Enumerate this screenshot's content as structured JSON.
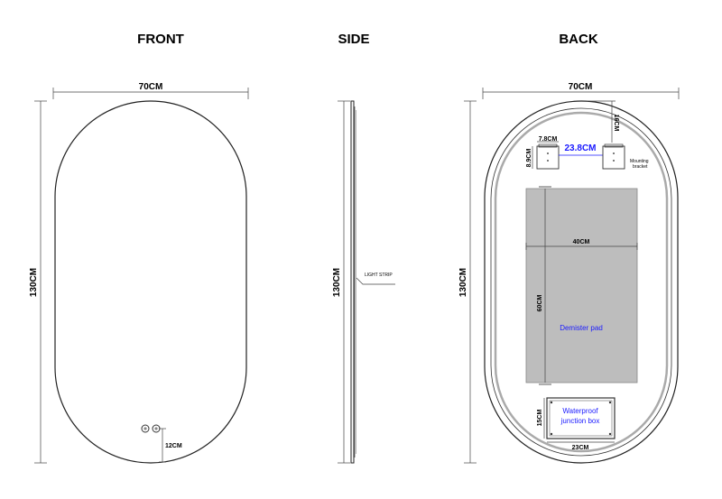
{
  "views": {
    "front": "FRONT",
    "side": "SIDE",
    "back": "BACK"
  },
  "front": {
    "width": "70CM",
    "height": "130CM",
    "button_offset": "12CM"
  },
  "side": {
    "height": "130CM",
    "callout": "LIGHT STRIP"
  },
  "back": {
    "width": "70CM",
    "height": "130CM",
    "bracket_top_offset": "16CM",
    "bracket_width": "7.8CM",
    "bracket_height": "8.9CM",
    "bracket_spacing": "23.8CM",
    "bracket_label_line1": "Mounting",
    "bracket_label_line2": "bracket",
    "pad_width": "40CM",
    "pad_height": "60CM",
    "pad_label": "Demister pad",
    "box_label_line1": "Waterproof",
    "box_label_line2": "junction box",
    "box_height": "15CM",
    "box_width": "23CM"
  }
}
